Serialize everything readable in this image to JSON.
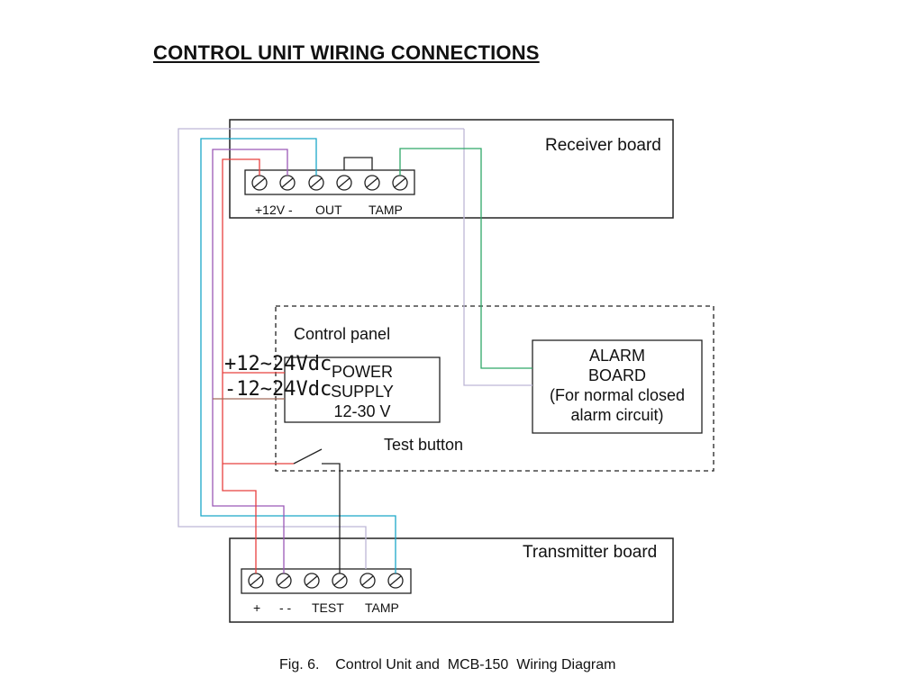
{
  "title": "CONTROL UNIT WIRING CONNECTIONS",
  "receiver": {
    "title": "Receiver board",
    "terminal_labels": {
      "power": "+12V -",
      "out": "OUT",
      "tamp": "TAMP"
    }
  },
  "control_panel": {
    "title": "Control panel",
    "power_supply": {
      "line1": "POWER",
      "line2": "SUPPLY",
      "line3": "12-30 V"
    },
    "alarm_board": {
      "line1": "ALARM",
      "line2": "BOARD",
      "line3": "(For normal closed",
      "line4": "alarm circuit)"
    },
    "test_button": "Test button",
    "voltage_plus": "+12~24Vdc",
    "voltage_minus": "-12~24Vdc"
  },
  "transmitter": {
    "title": "Transmitter board",
    "terminal_labels": {
      "plus": "+",
      "minus": "-  -",
      "test": "TEST",
      "tamp": "TAMP"
    }
  },
  "caption": "Fig. 6.    Control Unit and  MCB-150  Wiring Diagram",
  "colors": {
    "red": "#e8403f",
    "purple": "#9b59b6",
    "cyan": "#1ba8c8",
    "lavender": "#bdb6d6",
    "green": "#2fa868",
    "black": "#222222",
    "brown": "#a06a5a"
  }
}
